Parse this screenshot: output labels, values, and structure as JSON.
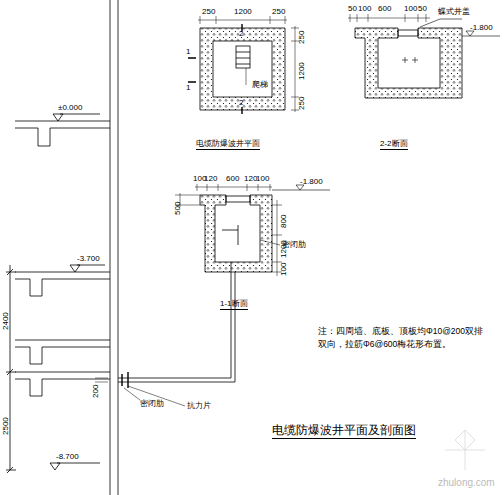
{
  "diagram": {
    "title": "电缆防爆波井平面及剖面图",
    "labels": [
      "250",
      "1200",
      "250",
      "250",
      "1200",
      "250",
      "2",
      "2",
      "1",
      "1",
      "爬梯",
      "电缆防爆波井平面",
      "50",
      "100",
      "600",
      "100",
      "50",
      "蝶式井盖",
      "-1.800",
      "2-2断面",
      "100",
      "120",
      "600",
      "120",
      "100",
      "-1.800",
      "500",
      "800",
      "1200",
      "100",
      "密闭肋",
      "1-1断面",
      "±0.000",
      "-3.700",
      "2400",
      "2500",
      "-8.700",
      "200",
      "密闭肋",
      "抗力片",
      "注：四周墙、底板、顶板均Φ10@200双排双向，拉筋Φ6@600梅花形布置。",
      "zhulong.com"
    ]
  }
}
